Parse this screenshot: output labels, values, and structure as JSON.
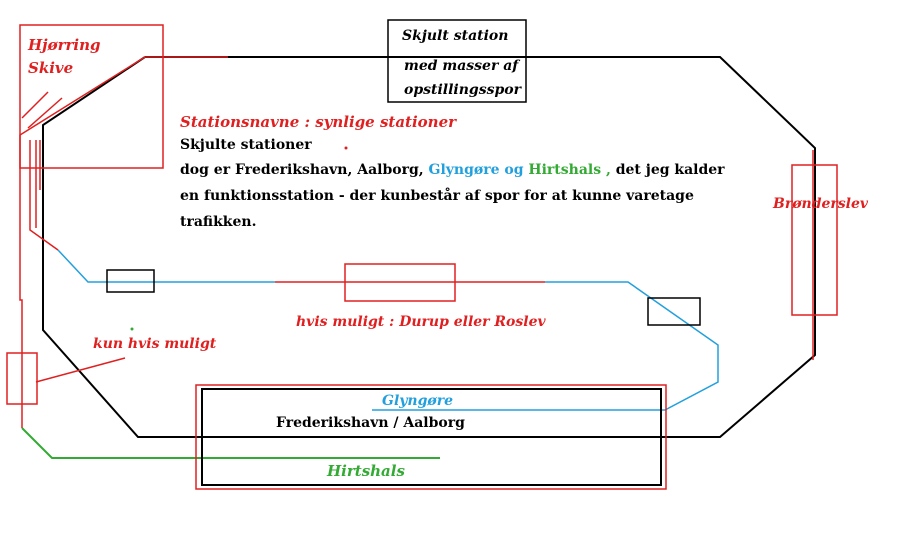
{
  "colors": {
    "red": "#e02020",
    "black": "#000000",
    "blue": "#22a0dd",
    "green": "#33aa33"
  },
  "labels": {
    "hjorring": "Hjørring",
    "skive": "Skive",
    "hidden_station": [
      "Skjult station",
      "med masser af",
      "opstillingsspor"
    ],
    "stationsnavne": "Stationsnavne : synlige stationer",
    "skjulte": "Skjulte stationer",
    "desc_line1_a": "dog er Frederikshavn, Aalborg, ",
    "desc_line1_glyngore": "Glyngøre og ",
    "desc_line1_hirtshals": "Hirtshals , ",
    "desc_line1_b": "det jeg kalder",
    "desc_line2": "en funktionsstation - der kunbestår af spor for at kunne varetage",
    "desc_line3": "trafikken.",
    "bronderslev": "Brønderslev",
    "durup": "hvis muligt : Durup eller Roslev",
    "kun_hvis": "kun hvis muligt",
    "glyngore": "Glyngøre",
    "frederikshavn": "Frederikshavn / Aalborg",
    "hirtshals": "Hirtshals"
  }
}
